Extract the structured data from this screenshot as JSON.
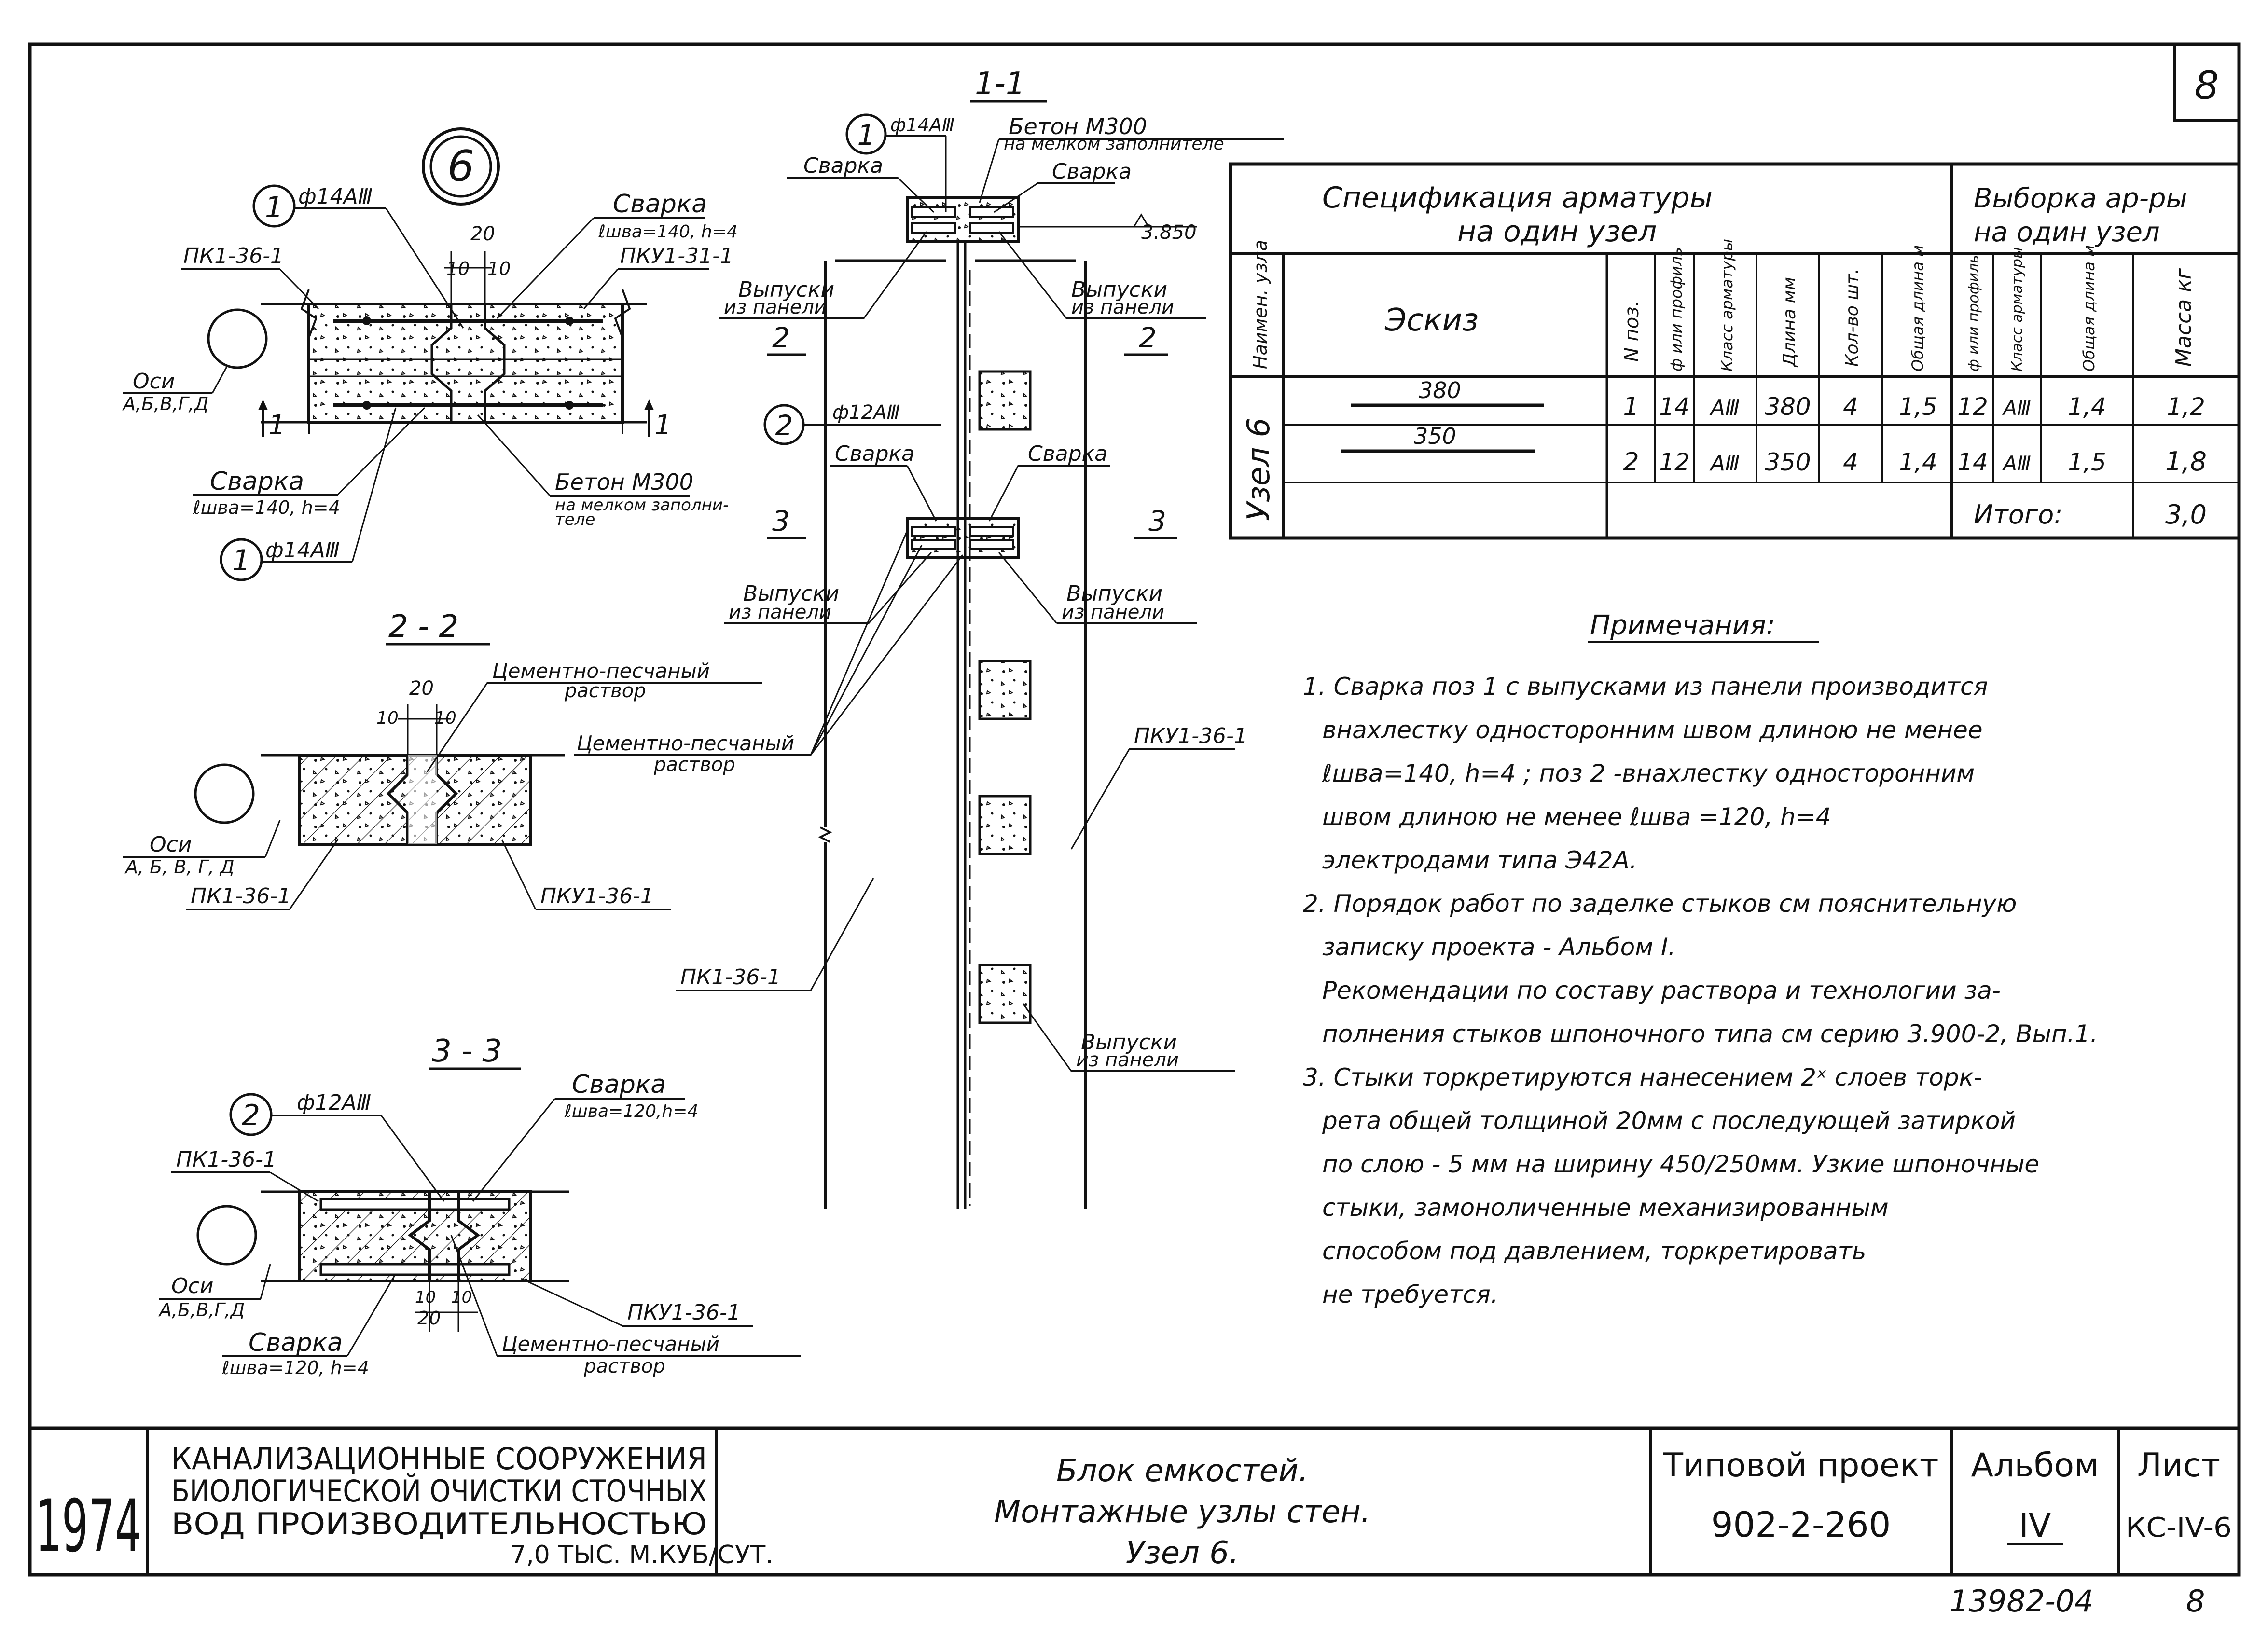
{
  "sheet": {
    "sheet_corner_number": "8",
    "bottom_code": "13982-04",
    "bottom_page": "8"
  },
  "node6": {
    "label": "6",
    "pos1": "1",
    "bar1": "ф14АⅢ",
    "dim20": "20",
    "dim10a": "10",
    "dim10b": "10",
    "weld_top": "Сварка",
    "weld_top_param": "ℓшва=140, h=4",
    "panel_left": "ПК1-36-1",
    "panel_right": "ПКУ1-31-1",
    "axes": "Оси",
    "axes_list": "А,Б,В,Г,Д",
    "cut_left": "1",
    "cut_right": "1",
    "weld_bottom": "Сварка",
    "weld_bottom_param": "ℓшва=140, h=4",
    "concrete": "Бетон М300",
    "concrete_note1": "на мелком заполни-",
    "concrete_note2": "теле",
    "pos1b": "1",
    "bar1b": "ф14АⅢ"
  },
  "sec22": {
    "title": "2 - 2",
    "dim20": "20",
    "dim10a": "10",
    "dim10b": "10",
    "mortar1": "Цементно-песчаный",
    "mortar2": "раствор",
    "axes": "Оси",
    "axes_list": "А, Б, В, Г, Д",
    "panel_left": "ПК1-36-1",
    "panel_right": "ПКУ1-36-1"
  },
  "sec33": {
    "title": "3 - 3",
    "pos2": "2",
    "bar2": "ф12АⅢ",
    "weld": "Сварка",
    "weld_param": "ℓшва=120,h=4",
    "panel_left": "ПК1-36-1",
    "axes": "Оси",
    "axes_list": "А,Б,В,Г,Д",
    "dim10a": "10",
    "dim20": "20",
    "dim10b": "10",
    "panel_right": "ПКУ1-36-1",
    "weld_b": "Сварка",
    "weld_b_param": "ℓшва=120, h=4",
    "mortar1": "Цементно-песчаный",
    "mortar2": "раствор"
  },
  "sec11": {
    "title": "1-1",
    "pos1": "1",
    "bar1": "ф14АⅢ",
    "concrete": "Бетон М300",
    "concrete_note": "на мелком заполнителе",
    "weld_l": "Сварка",
    "weld_r": "Сварка",
    "level": "3.850",
    "outlets_l1": "Выпуски",
    "outlets_l2": "из панели",
    "outlets_r1": "Выпуски",
    "outlets_r2": "из панели",
    "cut2_l": "2",
    "cut2_r": "2",
    "pos2": "2",
    "bar2": "ф12АⅢ",
    "weld2_l": "Сварка",
    "weld2_r": "Сварка",
    "cut3_l": "3",
    "cut3_r": "3",
    "outlets2_l1": "Выпуски",
    "outlets2_l2": "из панели",
    "outlets2_r1": "Выпуски",
    "outlets2_r2": "из панели",
    "mortar1": "Цементно-песчаный",
    "mortar2": "раствор",
    "panel_right": "ПКУ1-36-1",
    "panel_left": "ПК1-36-1",
    "outlets3_1": "Выпуски",
    "outlets3_2": "из панели"
  },
  "spec": {
    "title1": "Спецификация   арматуры",
    "title2": "на  один  узел",
    "sel1": "Выборка ар-ры",
    "sel2": "на  один  узел",
    "h_node": "Наимен. узла",
    "h_sketch": "Эскиз",
    "h_pos": "N поз.",
    "h_dia": "ф или профиль",
    "h_class": "Класс арматуры",
    "h_len": "Длина мм",
    "h_qty": "Кол-во шт.",
    "h_total": "Общая длина м",
    "h_dia2": "ф или профиль",
    "h_class2": "Класс арматуры",
    "h_total2": "Общая длина м",
    "h_mass": "Масса кг",
    "node": "Узел 6",
    "rows": [
      {
        "sketch": "380",
        "pos": "1",
        "dia": "14",
        "cls": "АⅢ",
        "len": "380",
        "qty": "4",
        "tot": "1,5",
        "dia2": "12",
        "cls2": "АⅢ",
        "tot2": "1,4",
        "mass": "1,2"
      },
      {
        "sketch": "350",
        "pos": "2",
        "dia": "12",
        "cls": "АⅢ",
        "len": "350",
        "qty": "4",
        "tot": "1,4",
        "dia2": "14",
        "cls2": "АⅢ",
        "tot2": "1,5",
        "mass": "1,8"
      }
    ],
    "total_label": "Итого:",
    "total_value": "3,0"
  },
  "notes": {
    "title": "Примечания:",
    "lines": [
      "1.  Сварка поз 1 с выпусками из панели производится",
      "внахлестку односторонним швом длиною не менее",
      "ℓшва=140, h=4 ;  поз 2 -внахлестку односторонним",
      "швом длиною не менее  ℓшва =120,  h=4",
      "электродами типа  Э42А.",
      "2.  Порядок работ по заделке стыков см пояснительную",
      "записку проекта - Альбом I.",
      "Рекомендации по составу раствора и технологии за-",
      "полнения стыков шпоночного типа см серию 3.900-2, Вып.1.",
      "3.  Стыки торкретируются нанесением 2ˣ слоев торк-",
      "рета общей толщиной 20мм с последующей  затиркой",
      "по  слою - 5 мм на ширину 450/250мм. Узкие шпоночные",
      "стыки, замоноличенные  механизированным",
      "способом  под давлением, торкретировать",
      "не требуется."
    ]
  },
  "titleblock": {
    "year": "1974",
    "org1": "КАНАЛИЗАЦИОННЫЕ  СООРУЖЕНИЯ",
    "org2": "БИОЛОГИЧЕСКОЙ ОЧИСТКИ СТОЧНЫХ",
    "org3": "ВОД   ПРОИЗВОДИТЕЛЬНОСТЬЮ",
    "org4": "7,0 ТЫС. М.КУБ/СУТ.",
    "desc1": "Блок  емкостей.",
    "desc2": "Монтажные узлы стен.",
    "desc3": "Узел 6.",
    "proj_label": "Типовой проект",
    "proj_code": "902-2-260",
    "album_label": "Альбом",
    "album_value": "IV",
    "sheet_label": "Лист",
    "sheet_value": "КС-IV-6"
  }
}
